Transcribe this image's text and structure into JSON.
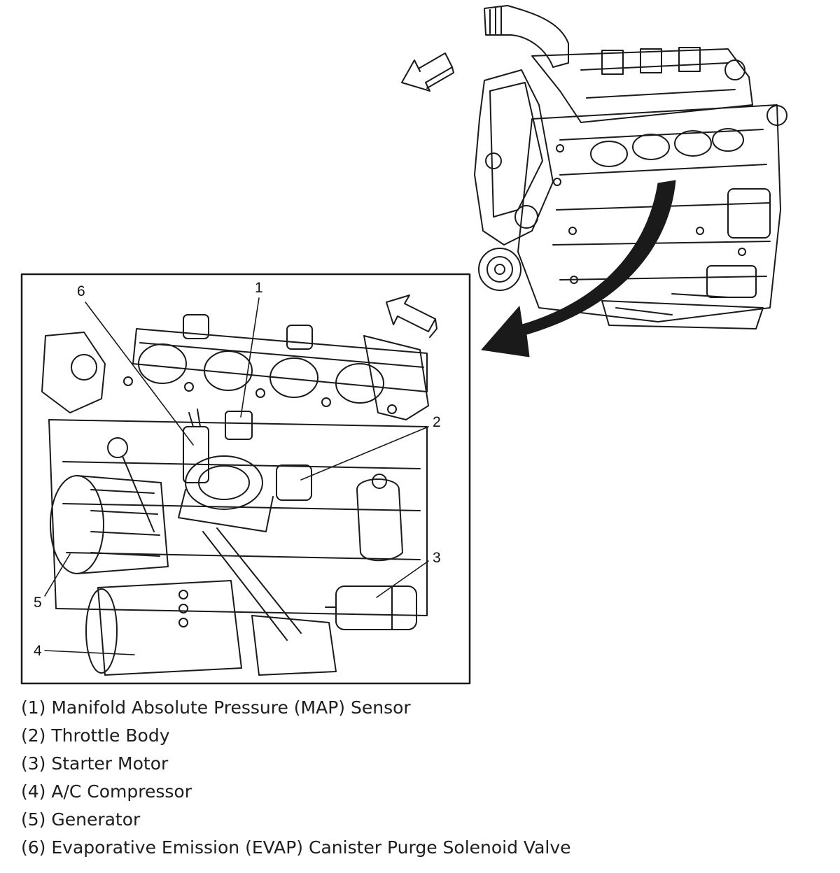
{
  "callouts": [
    {
      "number": "1",
      "label": "Manifold Absolute Pressure (MAP) Sensor"
    },
    {
      "number": "2",
      "label": "Throttle Body"
    },
    {
      "number": "3",
      "label": "Starter Motor"
    },
    {
      "number": "4",
      "label": "A/C Compressor"
    },
    {
      "number": "5",
      "label": "Generator"
    },
    {
      "number": "6",
      "label": "Evaporative Emission (EVAP) Canister Purge Solenoid Valve"
    }
  ],
  "legend": [
    "(1) Manifold Absolute Pressure (MAP) Sensor",
    "(2) Throttle Body",
    "(3) Starter Motor",
    "(4) A/C Compressor",
    "(5) Generator",
    "(6) Evaporative Emission (EVAP) Canister Purge Solenoid Valve"
  ],
  "colors": {
    "line": "#1a1a1a",
    "background": "#ffffff"
  }
}
